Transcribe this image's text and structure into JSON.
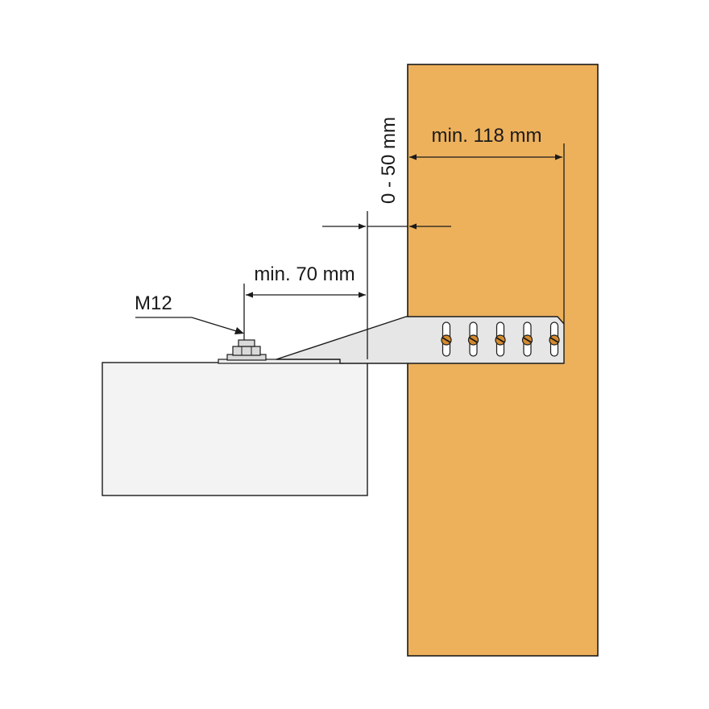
{
  "labels": {
    "bolt": "M12",
    "offset": "0 - 50 mm",
    "min_bolt_distance": "min. 70 mm",
    "min_bracket_length": "min. 118 mm"
  },
  "colors": {
    "wood_panel": "#EDB15C",
    "box": "#F3F3F3",
    "bracket": "#E6E6E6",
    "nut": "#D9D9D9",
    "slot": "#FFFFFF",
    "screw_head": "#D58A2E",
    "outline": "#1A1A1A"
  },
  "bracket": {
    "slot_count": 5
  }
}
